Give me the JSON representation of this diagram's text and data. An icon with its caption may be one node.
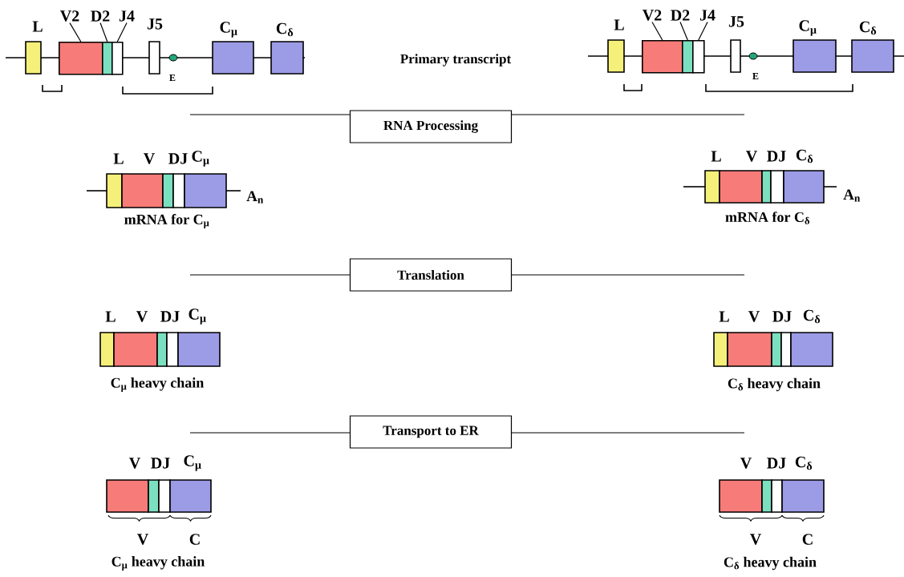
{
  "diagram": {
    "nodes": [
      {
        "text": [
          "RNA Processing"
        ]
      },
      {
        "text": [
          "Translation"
        ]
      },
      {
        "text": [
          "Transport to ER"
        ]
      },
      {
        "text": [
          "V2"
        ]
      },
      {
        "text": [],
        "shape": "box"
      },
      {
        "text": [
          "D2"
        ]
      },
      {
        "text": [],
        "shape": "box"
      },
      {
        "text": [
          "J4"
        ]
      },
      {
        "text": [],
        "shape": "box"
      },
      {
        "text": [
          "V2"
        ]
      },
      {
        "text": [],
        "shape": "box"
      },
      {
        "text": [
          "D2"
        ]
      },
      {
        "text": [],
        "shape": "box"
      },
      {
        "text": [
          "J4"
        ]
      },
      {
        "text": [],
        "shape": "box"
      }
    ],
    "edges": [
      {
        "from": 3,
        "to": 4,
        "arrow": "none"
      },
      {
        "from": 5,
        "to": 6,
        "arrow": "none"
      },
      {
        "from": 7,
        "to": 8,
        "arrow": "none"
      },
      {
        "from": 9,
        "to": 10,
        "arrow": "none"
      },
      {
        "from": 11,
        "to": 12,
        "arrow": "none"
      },
      {
        "from": 13,
        "to": 14,
        "arrow": "none"
      }
    ],
    "labels": [
      "L",
      "J5",
      "C$_{μ}$",
      "C$_{δ}$",
      "E",
      "Primary transcript",
      "L",
      "J5",
      "C$_{μ}$",
      "C$_{δ}$",
      "E",
      "L",
      "V",
      "DJ",
      "C$_{μ}$",
      "L",
      "V",
      "DJ",
      "C$_{δ}$",
      "A$_{n}$",
      "A$_{n}$",
      "mRNA for C$_{μ}$",
      "mRNA for C$_{δ}$",
      "L",
      "V",
      "DJ",
      "C$_{μ}$",
      "L",
      "V",
      "DJ",
      "C$_{δ}$",
      "C$_{μ}$ heavy chain",
      "C$_{δ}$ heavy chain",
      "V",
      "DJ",
      "C$_{μ}$",
      "V",
      "DJ",
      "C$_{δ}$",
      "V",
      "C",
      "V",
      "C",
      "C$_{μ}$ heavy chain",
      "C$_{δ}$ heavy chain"
    ]
  }
}
